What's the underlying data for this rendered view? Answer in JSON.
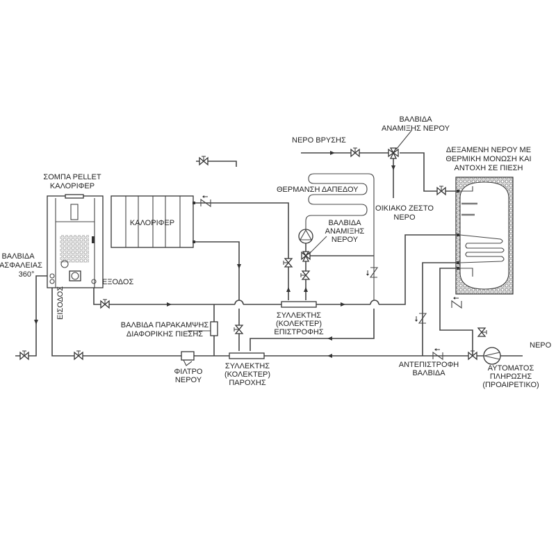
{
  "diagram": {
    "title": "Hydraulic heating installation schematic",
    "colors": {
      "line": "#444444",
      "background": "#ffffff",
      "insulation": "#e6e6e6"
    },
    "labels": {
      "stove": [
        "ΣΟΜΠΑ PELLET",
        "ΚΑΛΟΡΙΦΕΡ"
      ],
      "safety_valve": [
        "ΒΑΛΒΙΔΑ",
        "ΑΣΦΑΛΕΙΑΣ",
        "360°"
      ],
      "outlet": "ΕΞΟΔΟΣ",
      "inlet": "ΕΙΣΟΔΟΣ",
      "radiator": "ΚΑΛΟΡΙΦΕΡ",
      "floor_heating": "ΘΕΡΜΑΝΣΗ ΔΑΠΕΔΟΥ",
      "mixing_valve_floor": [
        "ΒΑΛΒΙΔΑ",
        "ΑΝΑΜΙΞΗΣ",
        "ΝΕΡΟΥ"
      ],
      "tap_water": "ΝΕΡΟ ΒΡΥΣΗΣ",
      "mixing_valve_dhw": [
        "ΒΑΛΒΙΔΑ",
        "ΑΝΑΜΙΞΗΣ ΝΕΡΟΥ"
      ],
      "domestic_hot_water": [
        "ΟΙΚΙΑΚΟ ΖΕΣΤΟ",
        "ΝΕΡΟ"
      ],
      "tank": [
        "ΔΕΞΑΜΕΝΗ ΝΕΡΟΥ ΜΕ",
        "ΘΕΡΜΙΚΗ ΜΟΝΩΣΗ ΚΑΙ",
        "ΑΝΤΟΧΗ ΣΕ ΠΙΕΣΗ"
      ],
      "bypass_valve": [
        "ΒΑΛΒΙΔΑ ΠΑΡΑΚΑΜΨΗΣ",
        "ΔΙΑΦΟΡΙΚΗΣ ΠΙΕΣΗΣ"
      ],
      "return_manifold": [
        "ΣΥΛΛΕΚΤΗΣ",
        "(ΚΟΛΕΚΤΕΡ)",
        "ΕΠΙΣΤΡΟΦΗΣ"
      ],
      "supply_manifold": [
        "ΣΥΛΛΕΚΤΗΣ",
        "(ΚΟΛΕΚΤΕΡ)",
        "ΠΑΡΟΧΗΣ"
      ],
      "water_filter": [
        "ΦΙΛΤΡΟ",
        "ΝΕΡΟΥ"
      ],
      "check_valve": [
        "ΑΝΤΕΠΙΣΤΡΟΦΗ",
        "ΒΑΛΒΙΔΑ"
      ],
      "auto_fill": [
        "ΑΥΤΟΜΑΤΟΣ",
        "ΠΛΗΡΩΣΗΣ",
        "(ΠΡΟΑΙΡΕΤΙΚΟ)"
      ],
      "water": "ΝΕΡΟ"
    }
  }
}
